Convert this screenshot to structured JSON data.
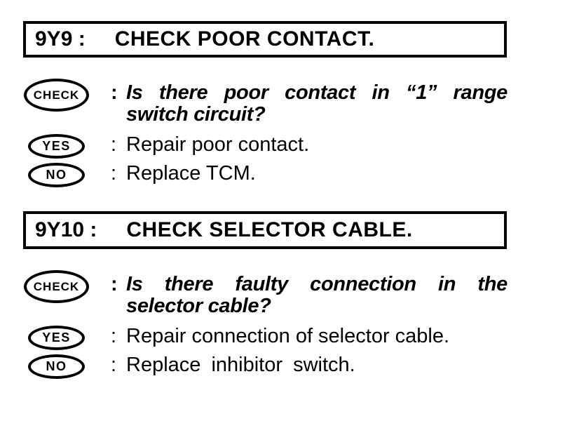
{
  "page": {
    "background": "#ffffff",
    "text_color": "#000000",
    "border_color": "#000000"
  },
  "sections": [
    {
      "header": {
        "code": "9Y9 :",
        "title": "CHECK POOR CONTACT."
      },
      "rows": [
        {
          "badge": "CHECK",
          "separator": ":",
          "lines": [
            "Is there poor contact in “1” range",
            "switch circuit?"
          ]
        },
        {
          "badge": "YES",
          "separator": ":",
          "lines": [
            "Repair poor contact."
          ]
        },
        {
          "badge": "NO",
          "separator": ":",
          "lines": [
            "Replace TCM."
          ]
        }
      ]
    },
    {
      "header": {
        "code": "9Y10 :",
        "title": "CHECK SELECTOR CABLE."
      },
      "rows": [
        {
          "badge": "CHECK",
          "separator": ":",
          "lines": [
            "Is there faulty connection in the",
            "selector cable?"
          ]
        },
        {
          "badge": "YES",
          "separator": ":",
          "lines": [
            "Repair connection of selector cable."
          ]
        },
        {
          "badge": "NO",
          "separator": ":",
          "lines": [
            "Replace inhibitor switch."
          ]
        }
      ]
    }
  ]
}
